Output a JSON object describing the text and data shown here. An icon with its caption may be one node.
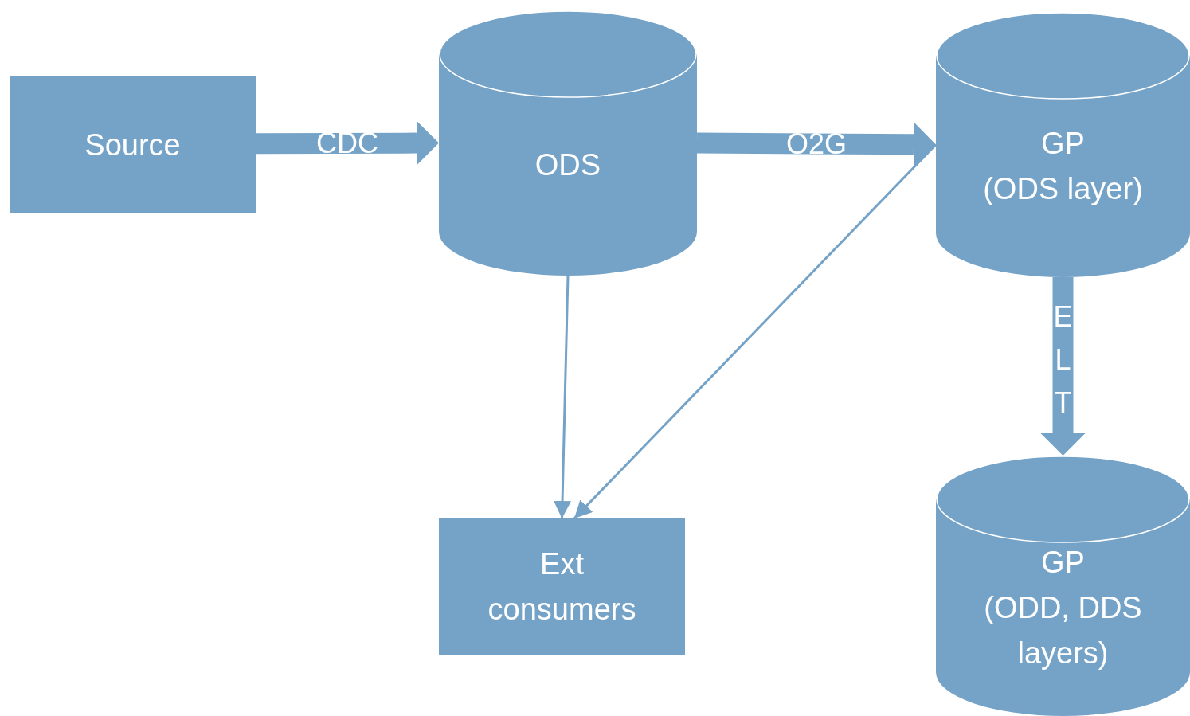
{
  "diagram": {
    "nodes": [
      {
        "text": [
          "Source"
        ]
      },
      {
        "text": [
          "ODS"
        ]
      },
      {
        "text": [
          "GP",
          "(ODS layer)"
        ]
      },
      {
        "text": [
          "Ext consumers"
        ]
      },
      {
        "text": [
          "GP",
          "(ODD, DDS layers)"
        ]
      }
    ],
    "edges": [
      {
        "from": 0,
        "to": 1,
        "arrow": "to",
        "label": "CDC"
      },
      {
        "from": 1,
        "to": 2,
        "arrow": "to",
        "label": "O2G"
      },
      {
        "from": 2,
        "to": 4,
        "arrow": "to",
        "label": "ELT"
      },
      {
        "from": 1,
        "to": 3,
        "arrow": "to"
      },
      {
        "from": 2,
        "to": 3,
        "arrow": "to"
      }
    ]
  }
}
